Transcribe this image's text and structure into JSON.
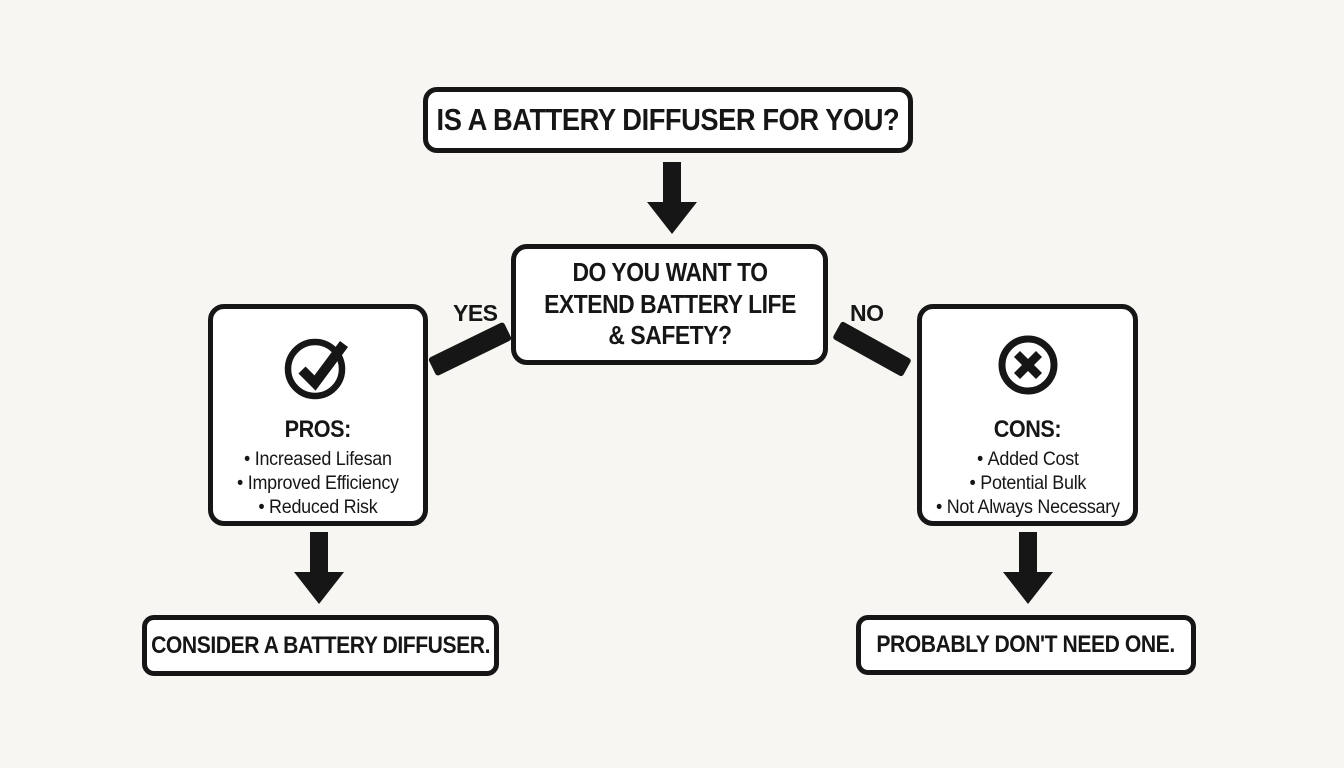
{
  "page": {
    "background": "#f7f6f3",
    "ink": "#161616",
    "box_fill": "#ffffff"
  },
  "flowchart": {
    "start": {
      "label": "IS A BATTERY DIFFUSER FOR YOU?"
    },
    "decision": {
      "label": "DO YOU WANT TO EXTEND BATTERY LIFE & SAFETY?"
    },
    "branches": {
      "yes": {
        "label": "YES"
      },
      "no": {
        "label": "NO"
      }
    },
    "pros": {
      "icon": "check-circle-icon",
      "heading": "PROS:",
      "items": [
        "Increased Lifesan",
        "Improved Efficiency",
        "Reduced Risk"
      ]
    },
    "cons": {
      "icon": "cross-circle-icon",
      "heading": "CONS:",
      "items": [
        "Added Cost",
        "Potential Bulk",
        "Not Always Necessary"
      ]
    },
    "outcomes": {
      "yes": {
        "label": "CONSIDER A BATTERY DIFFUSER."
      },
      "no": {
        "label": "PROBABLY DON'T NEED ONE."
      }
    }
  }
}
